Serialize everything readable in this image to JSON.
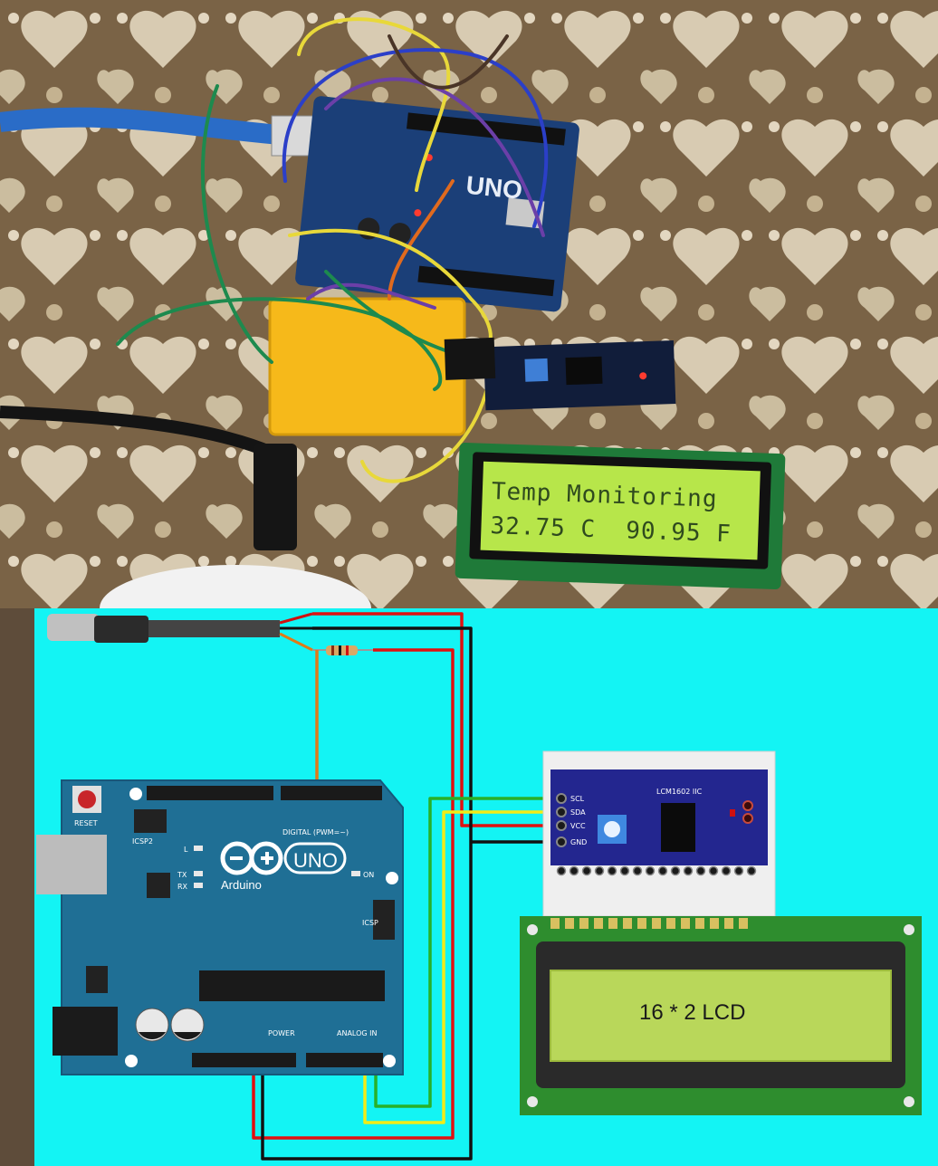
{
  "photo": {
    "board_label": "UNO",
    "lcd_line1": "Temp Monitoring",
    "lcd_line2": "32.75 C  90.95 F"
  },
  "diagram": {
    "board_brand": "Arduino",
    "board_model": "UNO",
    "reset_label": "RESET",
    "icsp2_label": "ICSP2",
    "icsp_label": "ICSP",
    "digital_label": "DIGITAL (PWM=~)",
    "power_label": "POWER",
    "analog_label": "ANALOG IN",
    "on_label": "ON",
    "tx_label": "TX",
    "rx_label": "RX",
    "l_label": "L",
    "i2c_module_label": "LCM1602 IIC",
    "i2c_pins": [
      "SCL",
      "SDA",
      "VCC",
      "GND"
    ],
    "lcd_label": "16 * 2 LCD",
    "colors": {
      "background": "#13f4f4",
      "board": "#1f6f95",
      "wire_red": "#e01010",
      "wire_black": "#111111",
      "wire_yellow": "#f2ec16",
      "wire_green": "#28b028",
      "wire_orange": "#e07a18",
      "lcd_screen": "#b9d75a"
    }
  }
}
